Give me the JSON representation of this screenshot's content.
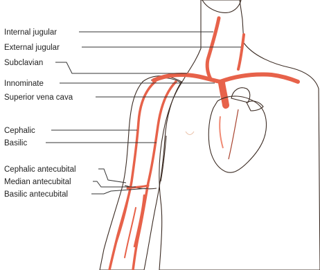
{
  "colors": {
    "skin": "#fbe3d1",
    "skin_shadow": "#f4cdb3",
    "vessel": "#e7624a",
    "vessel_dark": "#a8432f",
    "heart": "#e9604a",
    "outline": "#3a2a22"
  },
  "labels": {
    "internal_jugular": "Internal jugular",
    "external_jugular": "External jugular",
    "subclavian": "Subclavian",
    "innominate": "Innominate",
    "superior_vena_cava": "Superior vena cava",
    "cephalic": "Cephalic",
    "basilic": "Basilic",
    "cephalic_antecubital": "Cephalic antecubital",
    "median_antecubital": "Median antecubital",
    "basilic_antecubital": "Basilic antecubital"
  }
}
